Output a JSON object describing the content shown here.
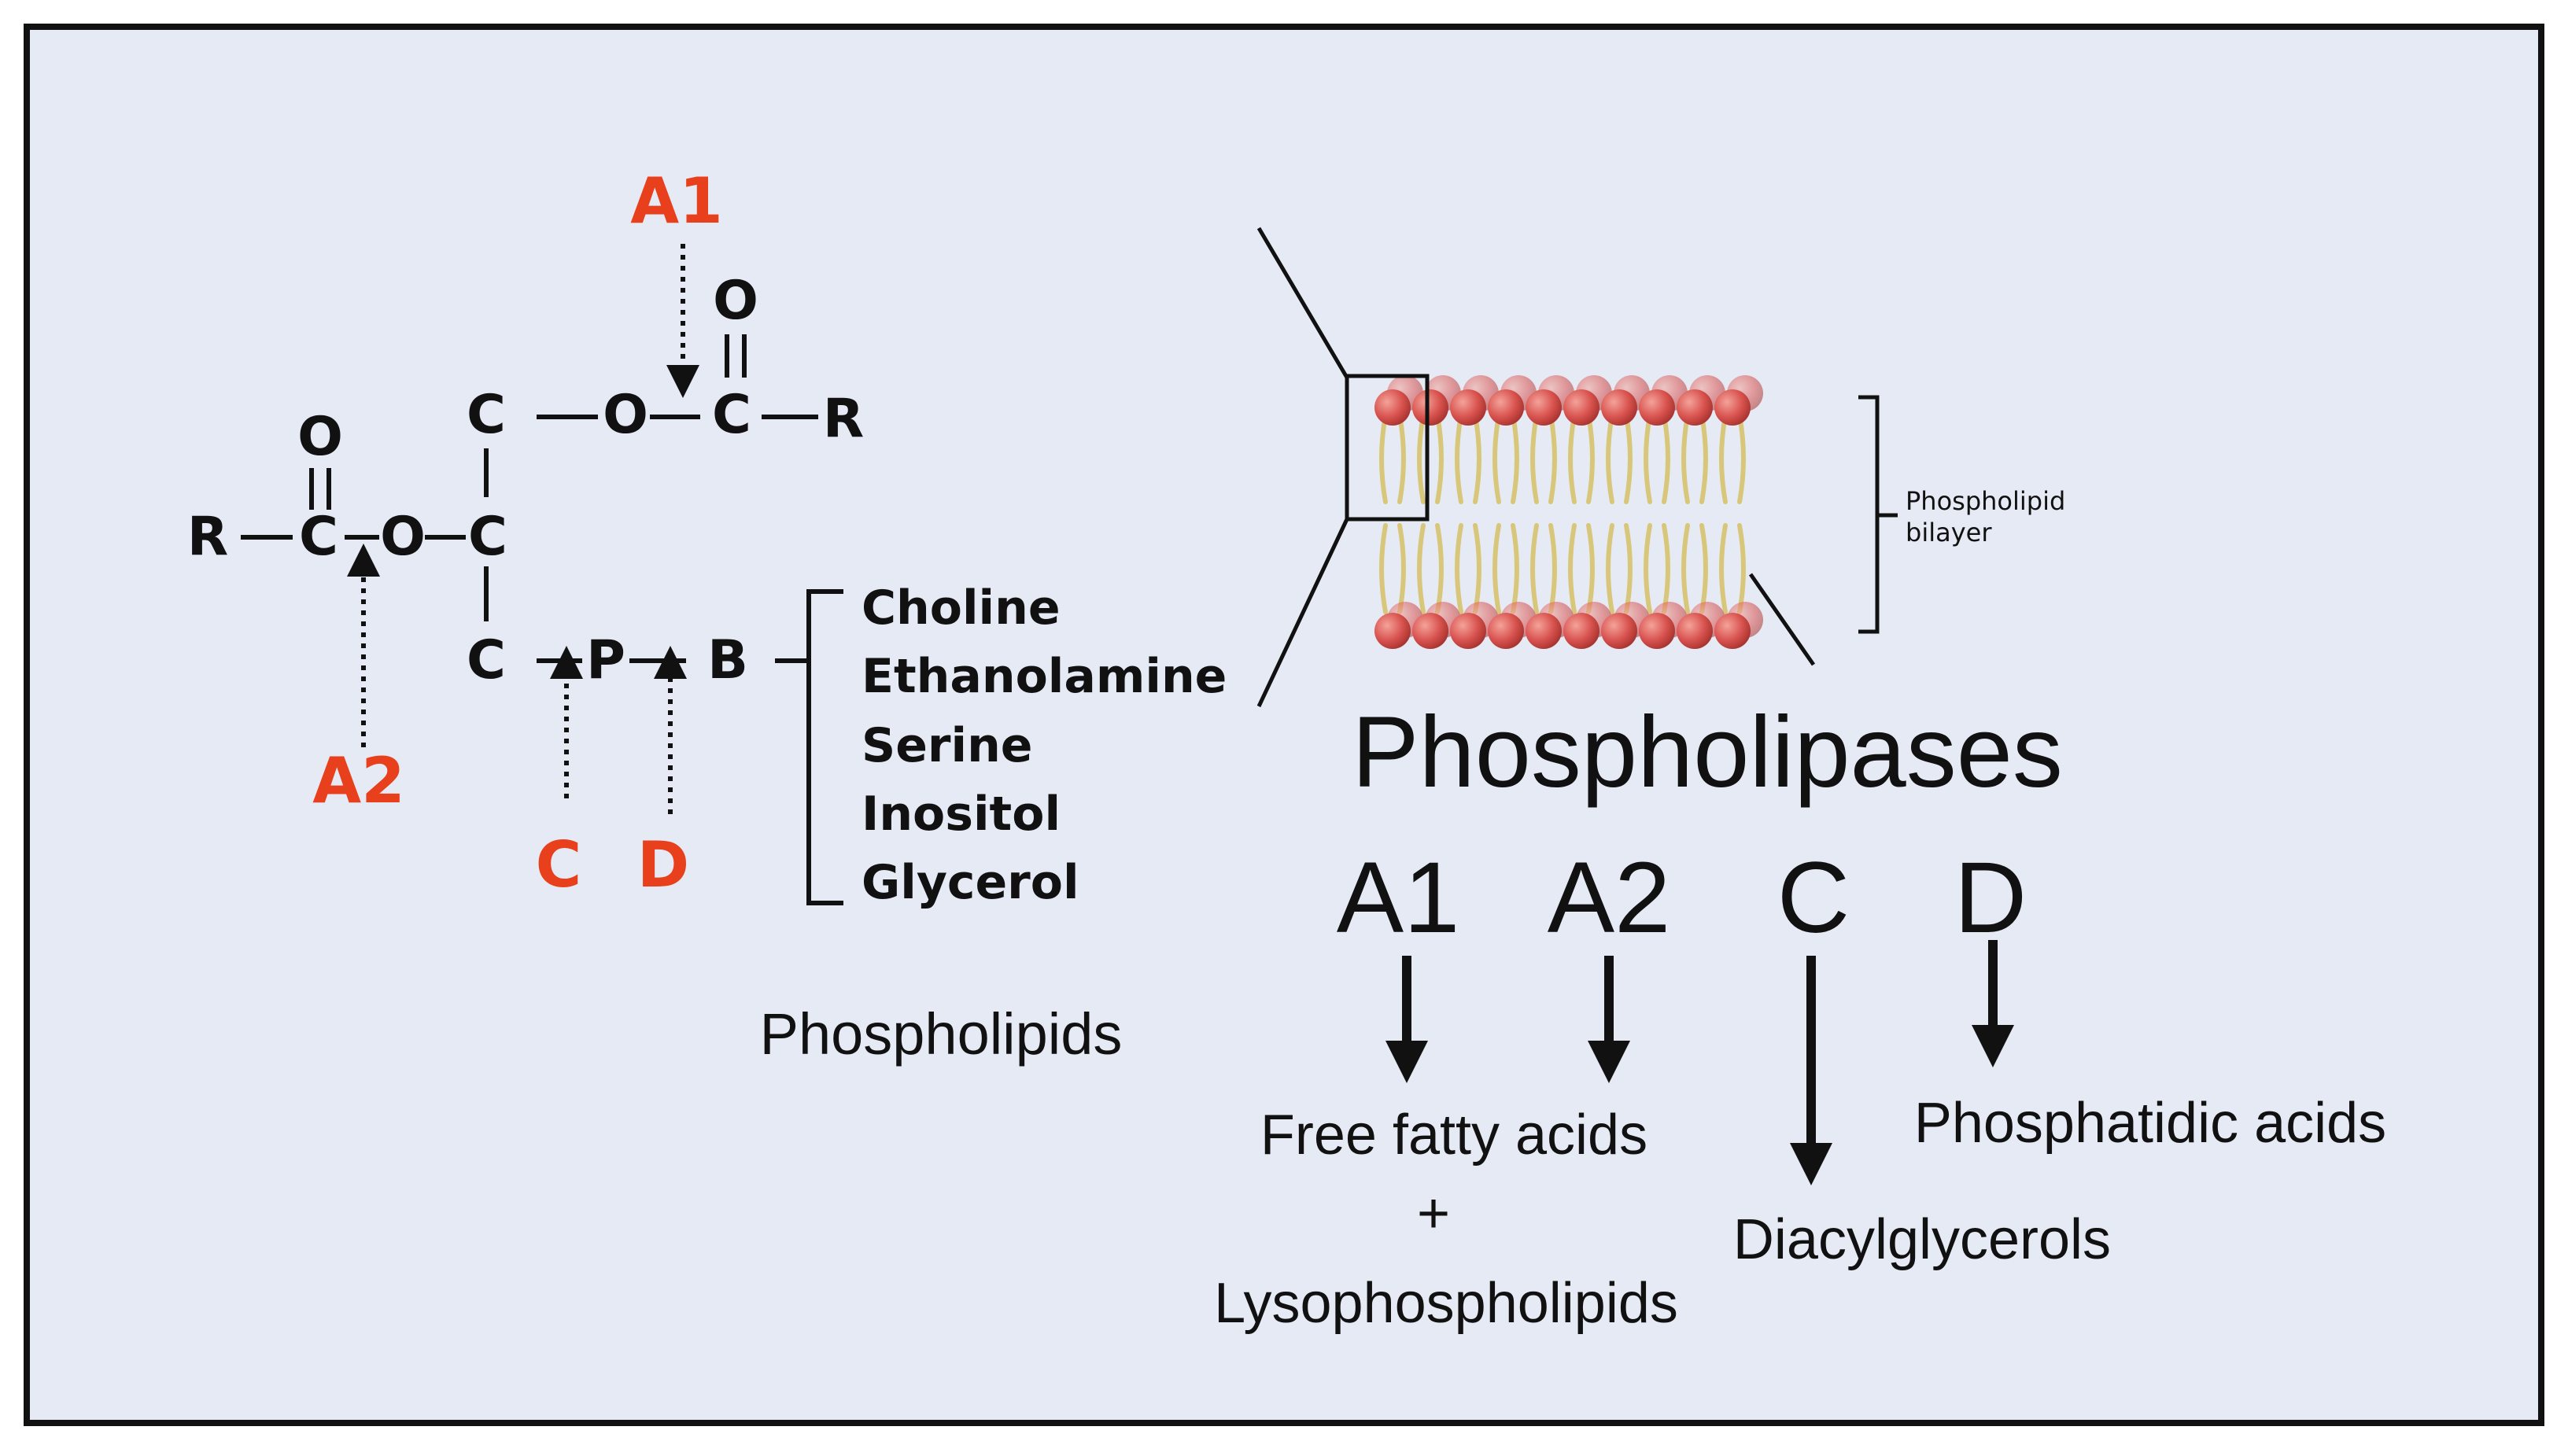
{
  "colors": {
    "background": "#e5eaf5",
    "border": "#111111",
    "enzyme_site": "#e8401c",
    "head_group": "#d9534f",
    "tail": "#d8c77a",
    "text": "#111111"
  },
  "molecule": {
    "carbon": "C",
    "oxygen": "O",
    "r_group": "R",
    "phosphate": "P",
    "base": "B",
    "head_groups": [
      "Choline",
      "Ethanolamine",
      "Serine",
      "Inositol",
      "Glycerol"
    ],
    "caption": "Phospholipids"
  },
  "cleavage_sites": {
    "a1": "A1",
    "a2": "A2",
    "c": "C",
    "d": "D"
  },
  "membrane": {
    "label": "Phospholipid bilayer",
    "label_line1": "Phospholipid",
    "label_line2": "bilayer"
  },
  "enzymes": {
    "title": "Phospholipases",
    "labels": [
      "A1",
      "A2",
      "C",
      "D"
    ]
  },
  "products": {
    "free_fatty_acids": "Free fatty acids",
    "plus": "+",
    "lysophospholipids": "Lysophospholipids",
    "diacylglycerols": "Diacylglycerols",
    "phosphatidic_acids": "Phosphatidic acids"
  }
}
